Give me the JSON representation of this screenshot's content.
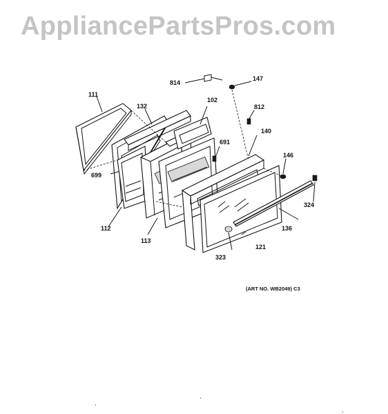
{
  "watermark": "AppliancePartsPros.com",
  "art_number": "(ART NO. WB2049) C3",
  "callouts": {
    "p814": "814",
    "p147": "147",
    "p111": "111",
    "p132": "132",
    "p102": "102",
    "p812": "812",
    "p140": "140",
    "p691": "691",
    "p146": "146",
    "p699": "699",
    "p324": "324",
    "p112": "112",
    "p136": "136",
    "p113": "113",
    "p121": "121",
    "p323": "323"
  }
}
